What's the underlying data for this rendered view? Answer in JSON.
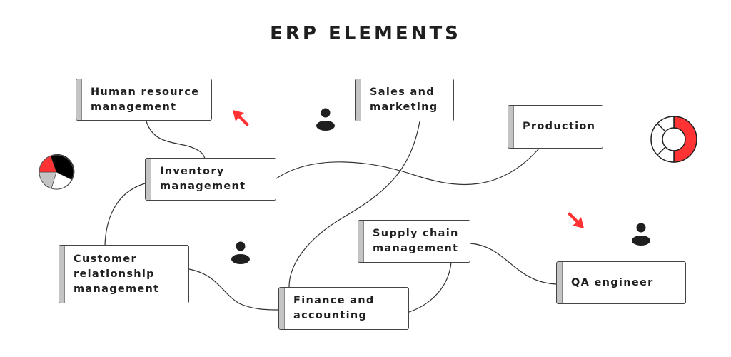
{
  "title": "ERP ELEMENTS",
  "colors": {
    "accent": "#ff3333",
    "text": "#1f1f1f",
    "node_border": "#444444",
    "node_bar": "#c4c4c4",
    "connector": "#333333"
  },
  "nodes": [
    {
      "id": "hr",
      "label": "Human resource\nmanagement"
    },
    {
      "id": "sales",
      "label": "Sales and\nmarketing"
    },
    {
      "id": "production",
      "label": "Production"
    },
    {
      "id": "inventory",
      "label": "Inventory\nmanagement"
    },
    {
      "id": "crm",
      "label": "Customer\nrelationship\nmanagement"
    },
    {
      "id": "supply",
      "label": "Supply chain\nmanagement"
    },
    {
      "id": "finance",
      "label": "Finance and\naccounting"
    },
    {
      "id": "qa",
      "label": "QA engineer"
    }
  ],
  "connections": [
    [
      "hr",
      "inventory"
    ],
    [
      "inventory",
      "production"
    ],
    [
      "inventory",
      "crm"
    ],
    [
      "sales",
      "finance"
    ],
    [
      "crm",
      "finance"
    ],
    [
      "supply",
      "finance"
    ],
    [
      "supply",
      "qa"
    ]
  ],
  "decorations": {
    "pie_icon": {
      "slices": [
        "black",
        "white",
        "gray",
        "red"
      ]
    },
    "donut_icon": {
      "red_fraction": 0.5
    },
    "icons": [
      "user-icon",
      "user-icon",
      "user-icon",
      "cursor-arrow-icon",
      "cursor-arrow-icon",
      "pie-chart-icon",
      "donut-chart-icon"
    ]
  }
}
